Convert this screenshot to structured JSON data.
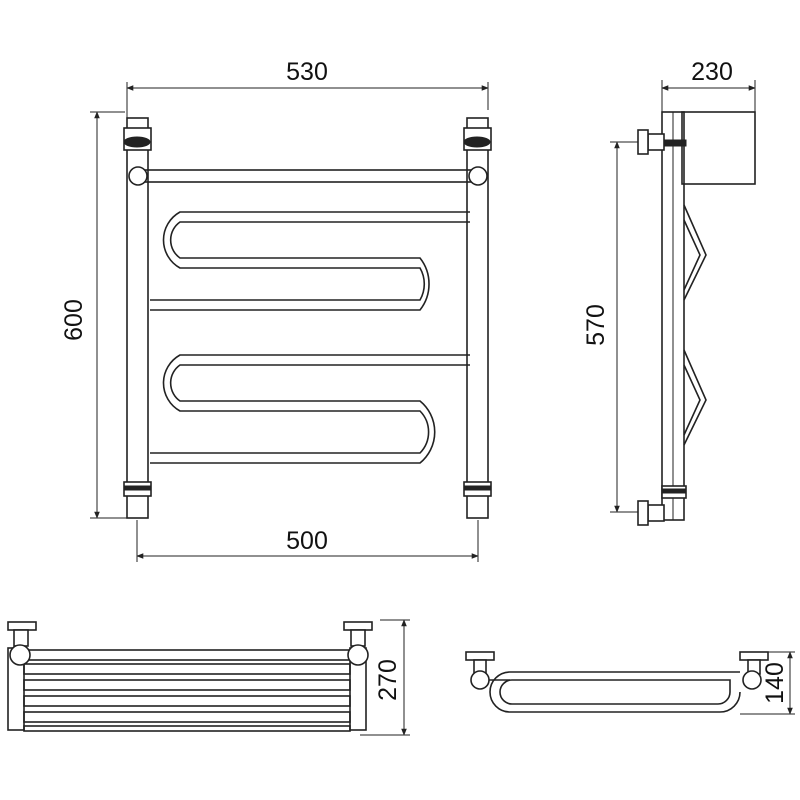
{
  "dimensions": {
    "front_total_width": "530",
    "front_height": "600",
    "front_center_width": "500",
    "side_depth": "230",
    "side_center_height": "570",
    "top_view_depth": "270",
    "bottom_view_depth": "140"
  }
}
